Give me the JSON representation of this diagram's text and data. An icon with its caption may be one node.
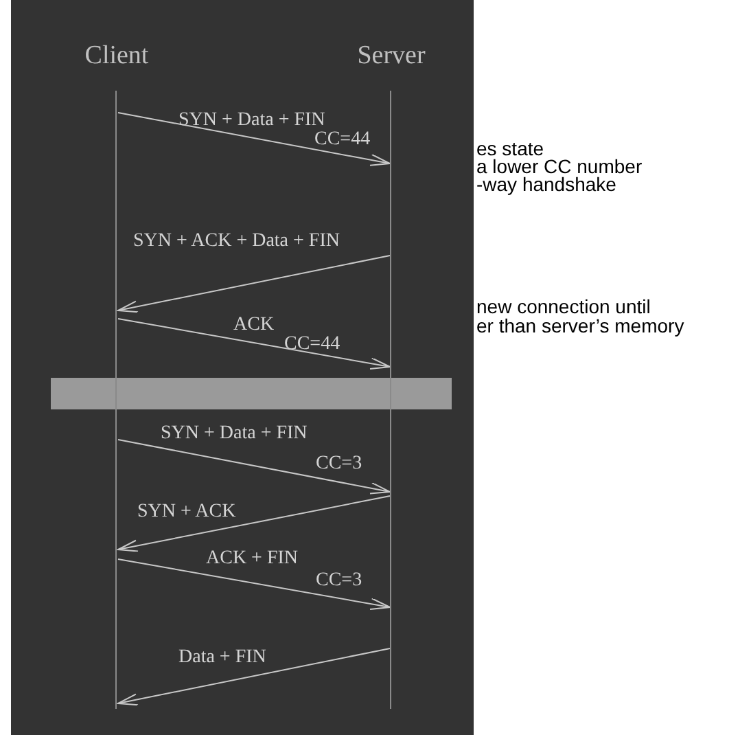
{
  "diagram": {
    "nodes": [
      {
        "text": [
          "Client"
        ]
      },
      {
        "text": [
          "Server"
        ]
      },
      {
        "text": [],
        "shape": "bar"
      }
    ],
    "edges": [
      {
        "from": 0,
        "to": 1,
        "arrow": "to",
        "label": "SYN + Data + FIN"
      },
      {
        "from": 1,
        "to": 0,
        "arrow": "to",
        "label": "SYN + ACK + Data + FIN"
      },
      {
        "from": 0,
        "to": 1,
        "arrow": "to",
        "label": "ACK"
      },
      {
        "from": 0,
        "to": 1,
        "arrow": "to",
        "label": "SYN + Data + FIN"
      },
      {
        "from": 1,
        "to": 0,
        "arrow": "to",
        "label": "SYN + ACK"
      },
      {
        "from": 0,
        "to": 1,
        "arrow": "to",
        "label": "ACK + FIN"
      },
      {
        "from": 1,
        "to": 0,
        "arrow": "to",
        "label": "Data + FIN"
      }
    ],
    "labels": [
      "CC=44",
      "es state",
      "a lower CC number",
      "-way handshake",
      "new connection until",
      "er than server’s memory",
      "CC=44",
      "CC=3",
      "CC=3"
    ]
  }
}
